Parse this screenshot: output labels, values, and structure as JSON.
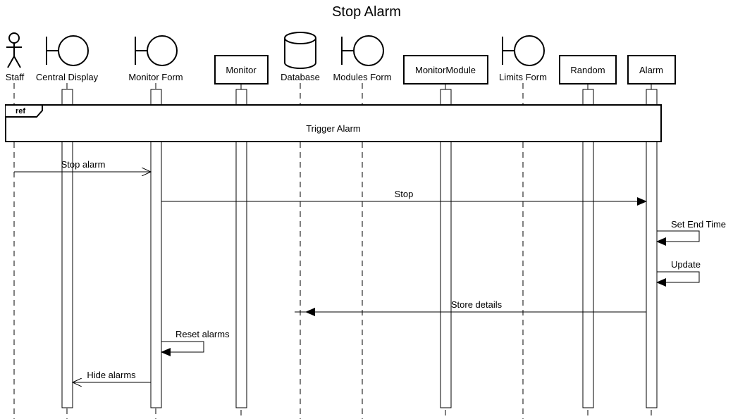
{
  "diagram": {
    "title": "Stop Alarm",
    "participants": [
      {
        "id": "staff",
        "label": "Staff",
        "kind": "actor"
      },
      {
        "id": "central_display",
        "label": "Central Display",
        "kind": "boundary"
      },
      {
        "id": "monitor_form",
        "label": "Monitor Form",
        "kind": "boundary"
      },
      {
        "id": "monitor",
        "label": "Monitor",
        "kind": "class"
      },
      {
        "id": "database",
        "label": "Database",
        "kind": "database"
      },
      {
        "id": "modules_form",
        "label": "Modules Form",
        "kind": "boundary"
      },
      {
        "id": "monitor_module",
        "label": "MonitorModule",
        "kind": "class"
      },
      {
        "id": "limits_form",
        "label": "Limits Form",
        "kind": "boundary"
      },
      {
        "id": "random",
        "label": "Random",
        "kind": "class"
      },
      {
        "id": "alarm",
        "label": "Alarm",
        "kind": "class"
      }
    ],
    "fragment": {
      "tag": "ref",
      "label": "Trigger Alarm"
    },
    "messages": [
      {
        "label": "Stop alarm",
        "from": "staff",
        "to": "monitor_form",
        "style": "open-arrow"
      },
      {
        "label": "Stop",
        "from": "monitor_form",
        "to": "alarm",
        "style": "filled-arrow"
      },
      {
        "label": "Set End Time",
        "from": "alarm",
        "to": "alarm",
        "style": "self-filled"
      },
      {
        "label": "Update",
        "from": "alarm",
        "to": "alarm",
        "style": "self-filled"
      },
      {
        "label": "Store details",
        "from": "alarm",
        "to": "database",
        "style": "filled-arrow"
      },
      {
        "label": "Reset alarms",
        "from": "monitor_form",
        "to": "monitor_form",
        "style": "self-filled"
      },
      {
        "label": "Hide alarms",
        "from": "monitor_form",
        "to": "central_display",
        "style": "open-arrow"
      }
    ]
  }
}
